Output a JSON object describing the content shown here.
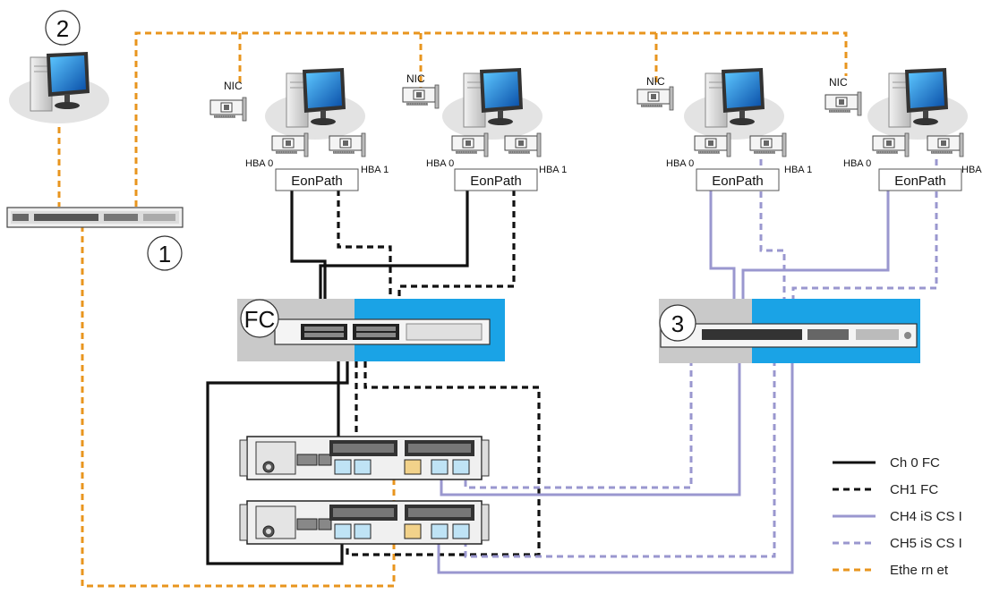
{
  "diagram": {
    "callouts": {
      "c1": "1",
      "c2": "2",
      "c3": "3"
    },
    "fc_switch_label": "FC",
    "multipath_label": "EonPath",
    "nic_label": "NIC",
    "hba0_label": "HBA 0",
    "hba1_label": "HBA 1",
    "hba1_cut_label": "HBA",
    "legend": [
      {
        "label": "Ch 0 FC",
        "color": "#111111",
        "style": "solid"
      },
      {
        "label": "CH1 FC",
        "color": "#111111",
        "style": "dashed"
      },
      {
        "label": "CH4 iS CS I",
        "color": "#9a97cf",
        "style": "solid"
      },
      {
        "label": "CH5 iS CS I",
        "color": "#9a97cf",
        "style": "dashed"
      },
      {
        "label": "Ethe rn et",
        "color": "#e8951e",
        "style": "dashed"
      }
    ],
    "colors": {
      "fc_line": "#111111",
      "iscsi_line": "#9a97cf",
      "ethernet_line": "#e8951e",
      "switch_highlight_blue": "#1aa3e6",
      "switch_highlight_gray": "#c9c9c9"
    }
  }
}
